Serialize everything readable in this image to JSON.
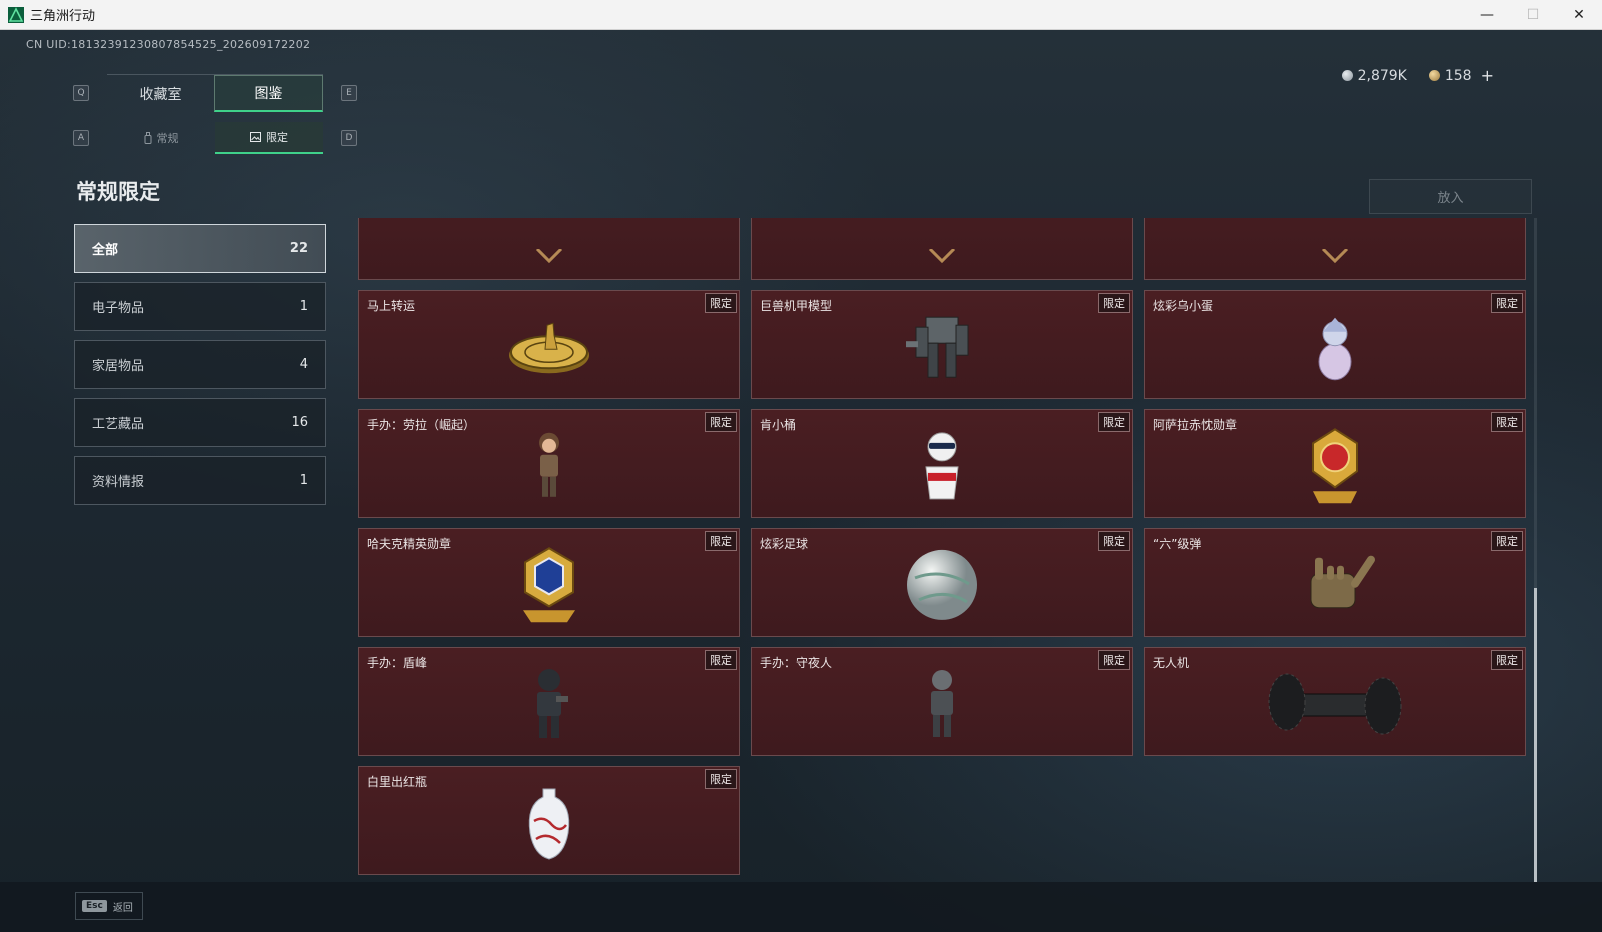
{
  "window": {
    "title": "三角洲行动",
    "minimize": "—",
    "maximize": "☐",
    "close": "✕"
  },
  "uid_text": "CN UID:1813239123080785452​5_202609172202",
  "currency": {
    "silver": "2,879K",
    "gold": "158",
    "add": "+"
  },
  "key_hints": {
    "q": "Q",
    "e": "E",
    "a": "A",
    "d": "D"
  },
  "tabs": [
    {
      "label": "收藏室"
    },
    {
      "label": "图鉴"
    }
  ],
  "subtabs": [
    {
      "label": "常规"
    },
    {
      "label": "限定"
    }
  ],
  "section_title": "常规限定",
  "categories": [
    {
      "label": "全部",
      "count": "22"
    },
    {
      "label": "电子物品",
      "count": "1"
    },
    {
      "label": "家居物品",
      "count": "4"
    },
    {
      "label": "工艺藏品",
      "count": "16"
    },
    {
      "label": "资料情报",
      "count": "1"
    }
  ],
  "deposit_label": "放入",
  "badge_label": "限定",
  "items": [
    {
      "name": "",
      "icon": "partial-item-icon"
    },
    {
      "name": "",
      "icon": "partial-item-icon"
    },
    {
      "name": "",
      "icon": "partial-item-icon"
    },
    {
      "name": "马上转运",
      "icon": "horse-coin-icon"
    },
    {
      "name": "巨兽机甲模型",
      "icon": "mech-model-icon"
    },
    {
      "name": "炫彩乌小蛋",
      "icon": "egg-figure-icon"
    },
    {
      "name": "手办：劳拉（崛起）",
      "icon": "figure-icon"
    },
    {
      "name": "肯小桶",
      "icon": "bucket-figure-icon"
    },
    {
      "name": "阿萨拉赤忱勋章",
      "icon": "medal-icon"
    },
    {
      "name": "哈夫克精英勋章",
      "icon": "elite-medal-icon"
    },
    {
      "name": "炫彩足球",
      "icon": "ball-icon"
    },
    {
      "name": "“六”级弹",
      "icon": "hand-sign-icon"
    },
    {
      "name": "手办：盾峰",
      "icon": "soldier-figure-icon"
    },
    {
      "name": "手办：守夜人",
      "icon": "nightwatch-figure-icon"
    },
    {
      "name": "无人机",
      "icon": "drone-icon"
    },
    {
      "name": "白里出红瓶",
      "icon": "vase-icon"
    }
  ],
  "scroll_fraction": 0.56,
  "back": {
    "key": "Esc",
    "label": "返回"
  },
  "colors": {
    "accent": "#3fd18a",
    "card_bg": "#4a1e22"
  }
}
